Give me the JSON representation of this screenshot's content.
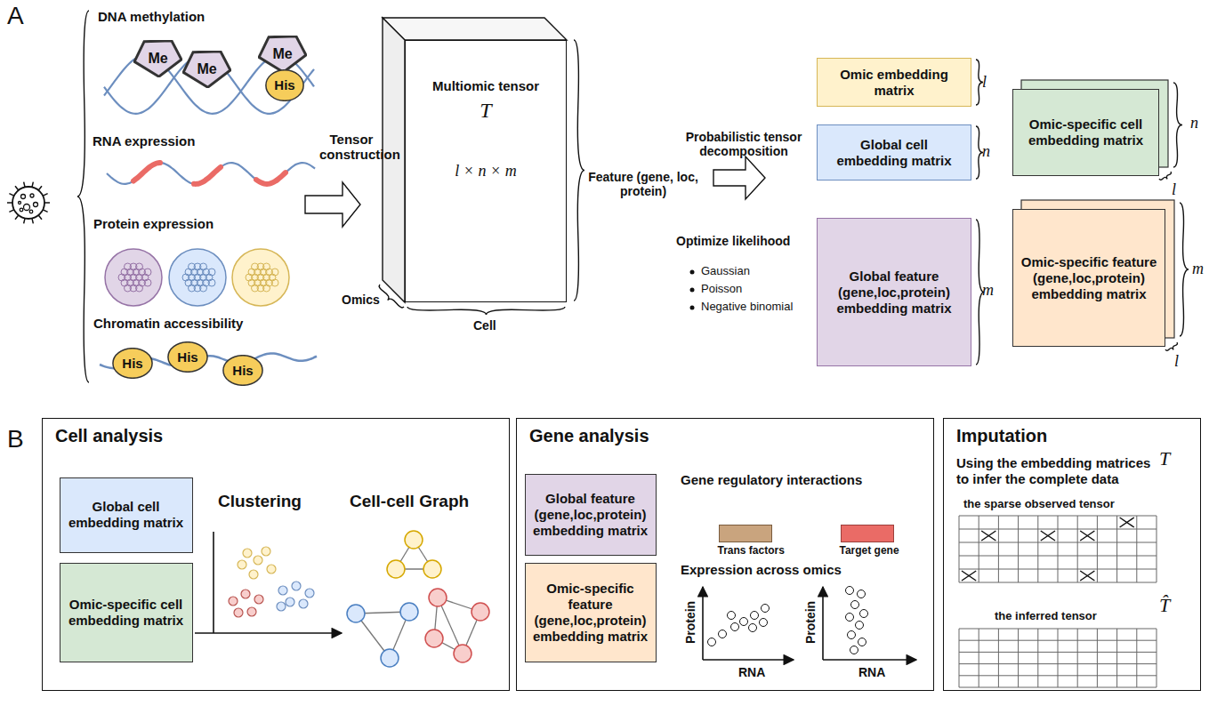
{
  "diagram": {
    "nodes": [
      {
        "text": [
          "Me"
        ]
      },
      {
        "text": [
          "Me"
        ]
      },
      {
        "text": [
          "Me"
        ]
      },
      {
        "text": [
          "His"
        ]
      },
      {
        "text": [
          "His"
        ]
      },
      {
        "text": [
          "His"
        ]
      },
      {
        "text": [
          "His"
        ]
      },
      {
        "text": [
          "Multiomic tensor",
          "T",
          "l × n × m"
        ]
      },
      {
        "text": [
          "Omic embedding matrix"
        ]
      },
      {
        "text": [
          "Global cell embedding matrix"
        ]
      },
      {
        "text": [
          "Global feature (gene,loc,protein) embedding matrix"
        ]
      },
      {
        "text": [
          "Omic-specific cell embedding matrix"
        ]
      },
      {
        "text": [
          "Omic-specific feature (gene,loc,protein) embedding matrix"
        ]
      },
      {
        "text": [
          "Cell analysis"
        ]
      },
      {
        "text": [
          "Global cell embedding matrix"
        ],
        "in": 13
      },
      {
        "text": [
          "Omic-specific cell embedding matrix"
        ],
        "in": 13
      },
      {
        "text": [
          "Gene analysis"
        ]
      },
      {
        "text": [
          "Global feature (gene,loc,protein) embedding matrix"
        ],
        "in": 16
      },
      {
        "text": [
          "Omic-specific feature (gene,loc,protein) embedding matrix"
        ],
        "in": 16
      },
      {
        "text": [
          "Trans factors"
        ],
        "in": 16
      },
      {
        "text": [
          "Target gene"
        ],
        "in": 16
      },
      {
        "text": [
          "Imputation",
          "Using the embedding matrices to infer the complete data"
        ]
      }
    ],
    "edges": [
      {
        "from": 19,
        "to": 20,
        "arrow": "to"
      }
    ],
    "labels": [
      "A",
      "DNA methylation",
      "RNA expression",
      "Protein expression",
      "Chromatin accessibility",
      "Tensor construction",
      "Feature (gene, loc, protein)",
      "Omics",
      "Cell",
      "Probabilistic tensor decomposition",
      "Optimize likelihood",
      "Gaussian",
      "Poisson",
      "Negative binomial",
      "l",
      "n",
      "m",
      "n",
      "l",
      "m",
      "l",
      "Clustering",
      "Cell-cell Graph",
      "Gene regulatory interactions",
      "Expression across omics",
      "Protein",
      "RNA",
      "Protein",
      "RNA",
      "T",
      "the sparse observed tensor",
      "the inferred tensor",
      "T̂",
      "B"
    ]
  }
}
